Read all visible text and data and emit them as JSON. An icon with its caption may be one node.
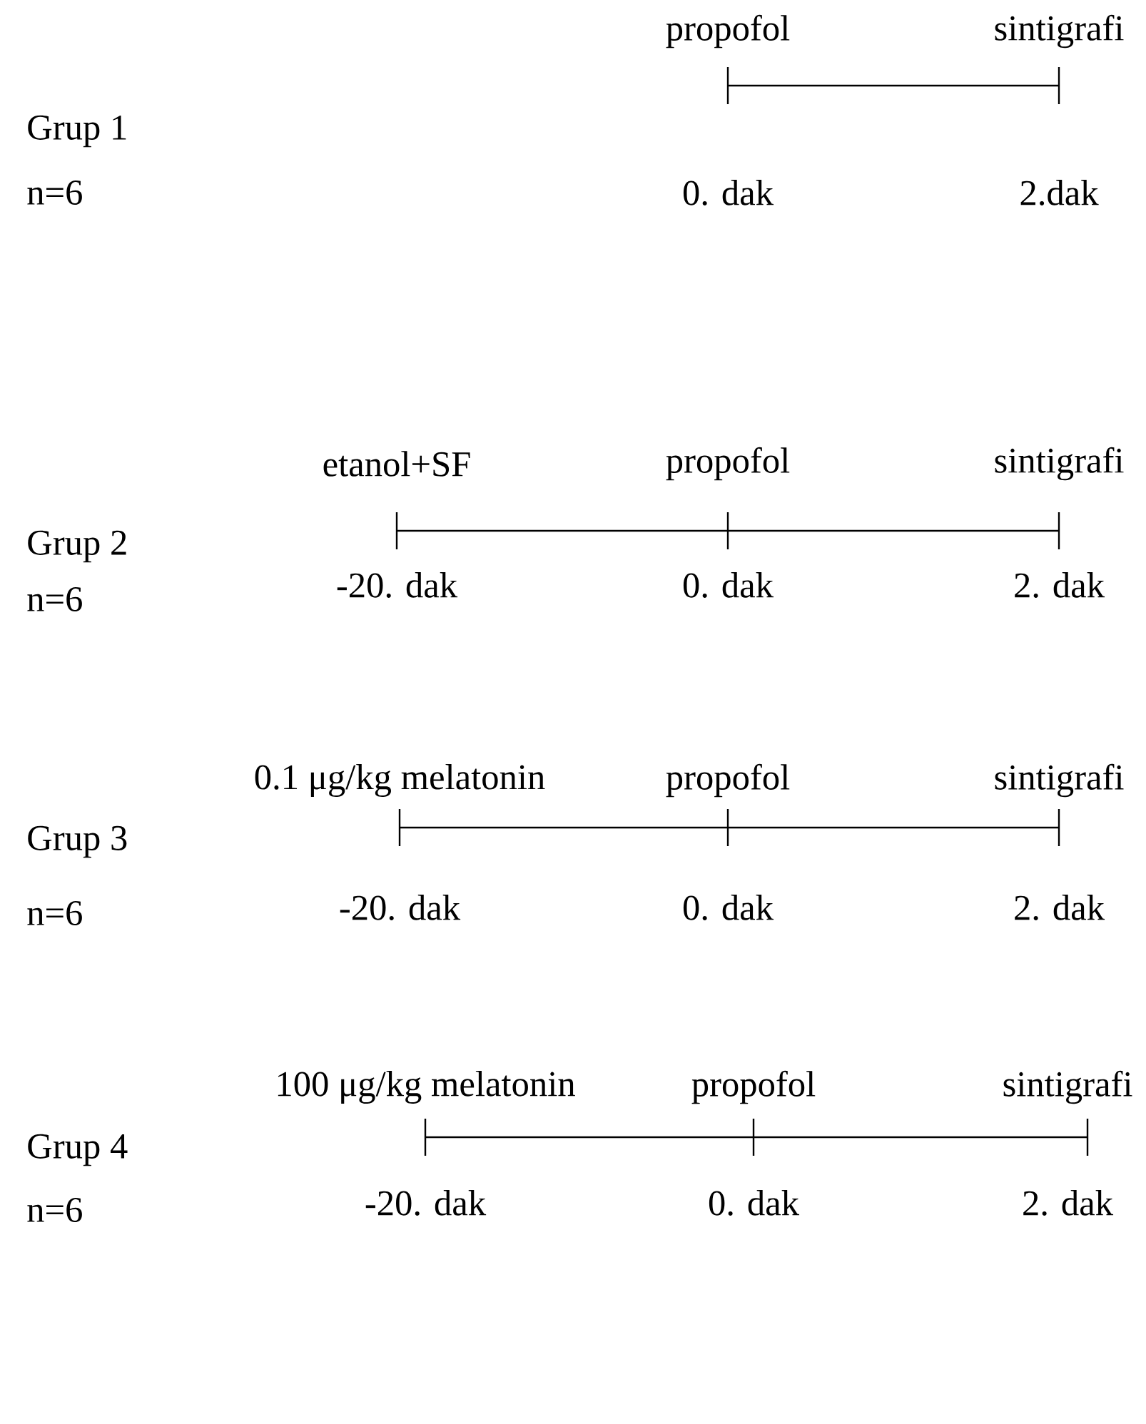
{
  "diagram": {
    "nodes": [
      {
        "text": [
          "propofol",
          "0. dak"
        ]
      },
      {
        "text": [
          "sintigrafi",
          "2.dak"
        ]
      },
      {
        "text": [
          "etanol+SF",
          "-20. dak"
        ]
      },
      {
        "text": [
          "propofol",
          "0. dak"
        ]
      },
      {
        "text": [
          "sintigrafi",
          "2. dak"
        ]
      },
      {
        "text": [
          "0.1 μg/kg melatonin",
          "-20. dak"
        ]
      },
      {
        "text": [
          "propofol",
          "0. dak"
        ]
      },
      {
        "text": [
          "sintigrafi",
          "2. dak"
        ]
      },
      {
        "text": [
          "100 μg/kg melatonin",
          "-20. dak"
        ]
      },
      {
        "text": [
          "propofol",
          "0. dak"
        ]
      },
      {
        "text": [
          "sintigrafi",
          "2. dak"
        ]
      }
    ],
    "edges": [
      {
        "from": 0,
        "to": 1,
        "arrow": "none"
      },
      {
        "from": 2,
        "to": 3,
        "arrow": "none"
      },
      {
        "from": 3,
        "to": 4,
        "arrow": "none"
      },
      {
        "from": 5,
        "to": 6,
        "arrow": "none"
      },
      {
        "from": 6,
        "to": 7,
        "arrow": "none"
      },
      {
        "from": 8,
        "to": 9,
        "arrow": "none"
      },
      {
        "from": 9,
        "to": 10,
        "arrow": "none"
      }
    ],
    "labels": [
      "Grup 1",
      "n=6",
      "Grup 2",
      "n=6",
      "Grup 3",
      "n=6",
      "Grup 4",
      "n=6"
    ]
  }
}
